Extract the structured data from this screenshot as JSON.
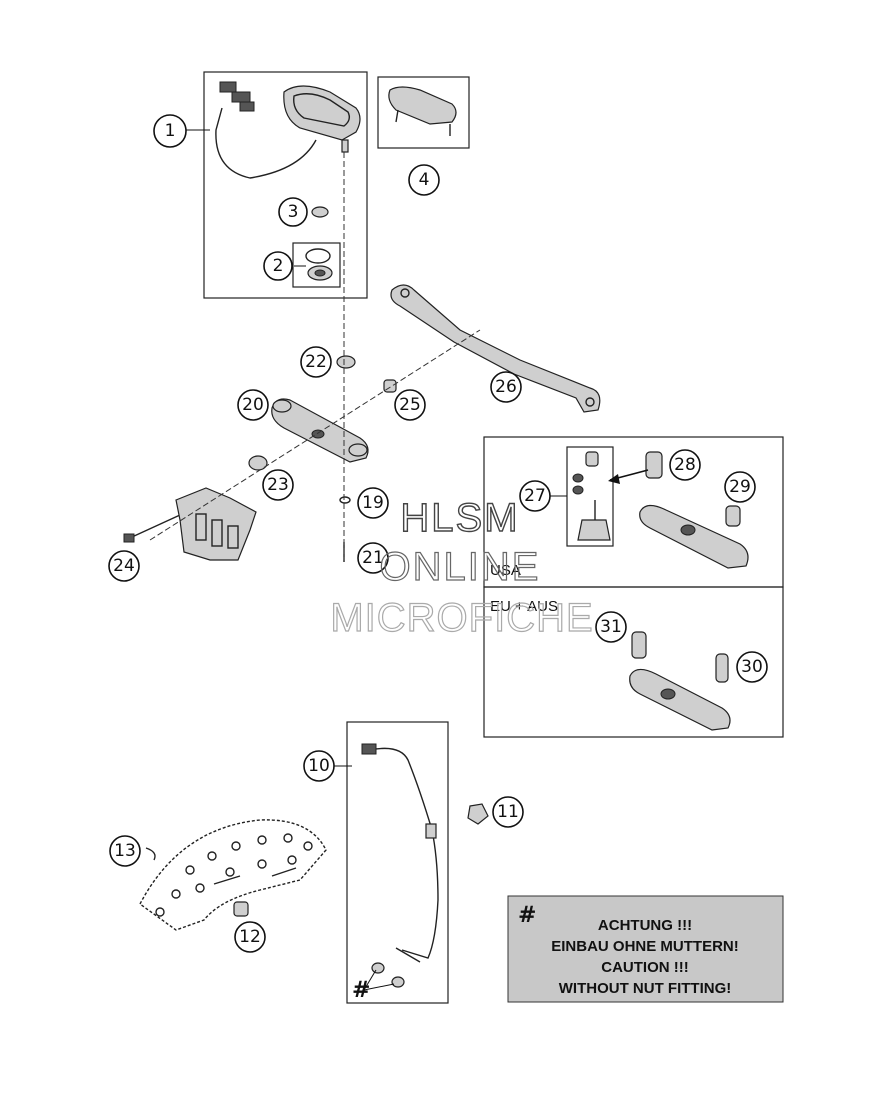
{
  "callouts": [
    "1",
    "2",
    "3",
    "4",
    "10",
    "11",
    "12",
    "13",
    "19",
    "20",
    "21",
    "22",
    "23",
    "24",
    "25",
    "26",
    "27",
    "28",
    "29",
    "30",
    "31"
  ],
  "regions": {
    "usa": "USA",
    "eu_aus": "EU + AUS"
  },
  "note": {
    "marker": "#",
    "lines": [
      "ACHTUNG !!!",
      "EINBAU OHNE MUTTERN!",
      "CAUTION !!!",
      "WITHOUT NUT FITTING!"
    ]
  },
  "cable_marker": "#",
  "watermark": {
    "line1": "HLSM",
    "line2": "ONLINE",
    "line3": "MICROFICHE"
  },
  "colors": {
    "note_background": "#c8c8c8",
    "line": "#222222"
  }
}
